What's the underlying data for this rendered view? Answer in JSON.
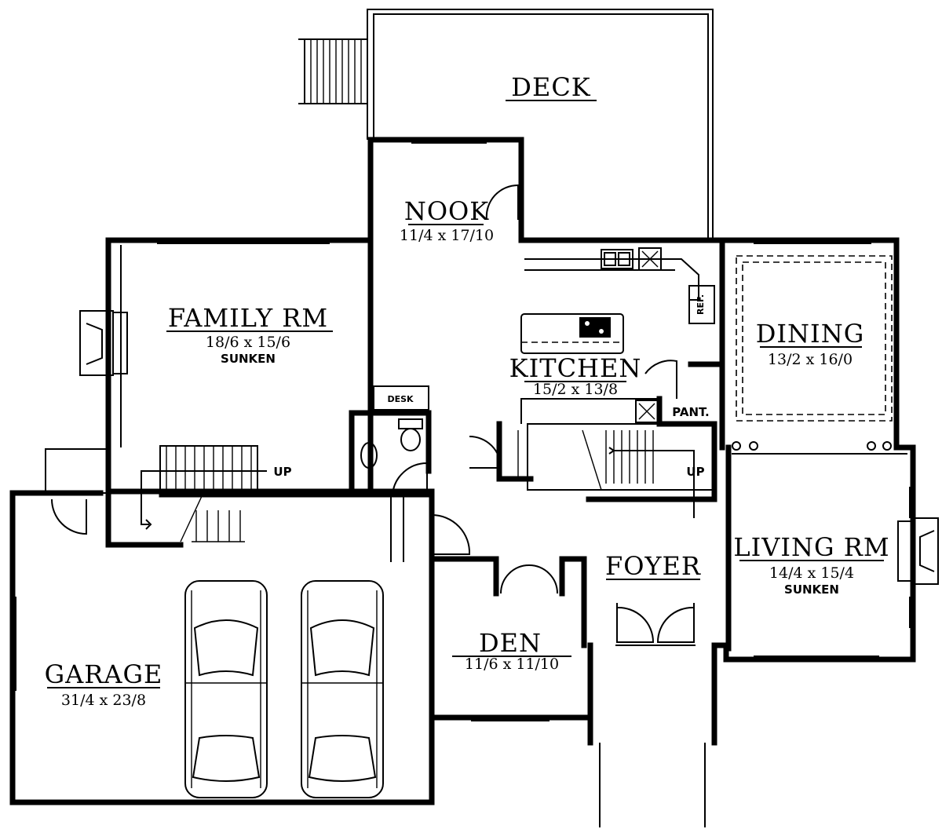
{
  "rooms": {
    "deck": {
      "name": "DECK"
    },
    "nook": {
      "name": "NOOK",
      "dims": "11/4 x 17/10"
    },
    "family": {
      "name": "FAMILY RM",
      "dims": "18/6 x 15/6",
      "note": "SUNKEN"
    },
    "kitchen": {
      "name": "KITCHEN",
      "dims": "15/2 x 13/8"
    },
    "dining": {
      "name": "DINING",
      "dims": "13/2 x 16/0"
    },
    "living": {
      "name": "LIVING RM",
      "dims": "14/4 x 15/4",
      "note": "SUNKEN"
    },
    "foyer": {
      "name": "FOYER"
    },
    "den": {
      "name": "DEN",
      "dims": "11/6 x 11/10"
    },
    "garage": {
      "name": "GARAGE",
      "dims": "31/4 x 23/8"
    }
  },
  "labels": {
    "desk": "DESK",
    "ref": "REF.",
    "pant": "PANT.",
    "stair_up_left": "UP",
    "stair_up_right": "UP"
  }
}
